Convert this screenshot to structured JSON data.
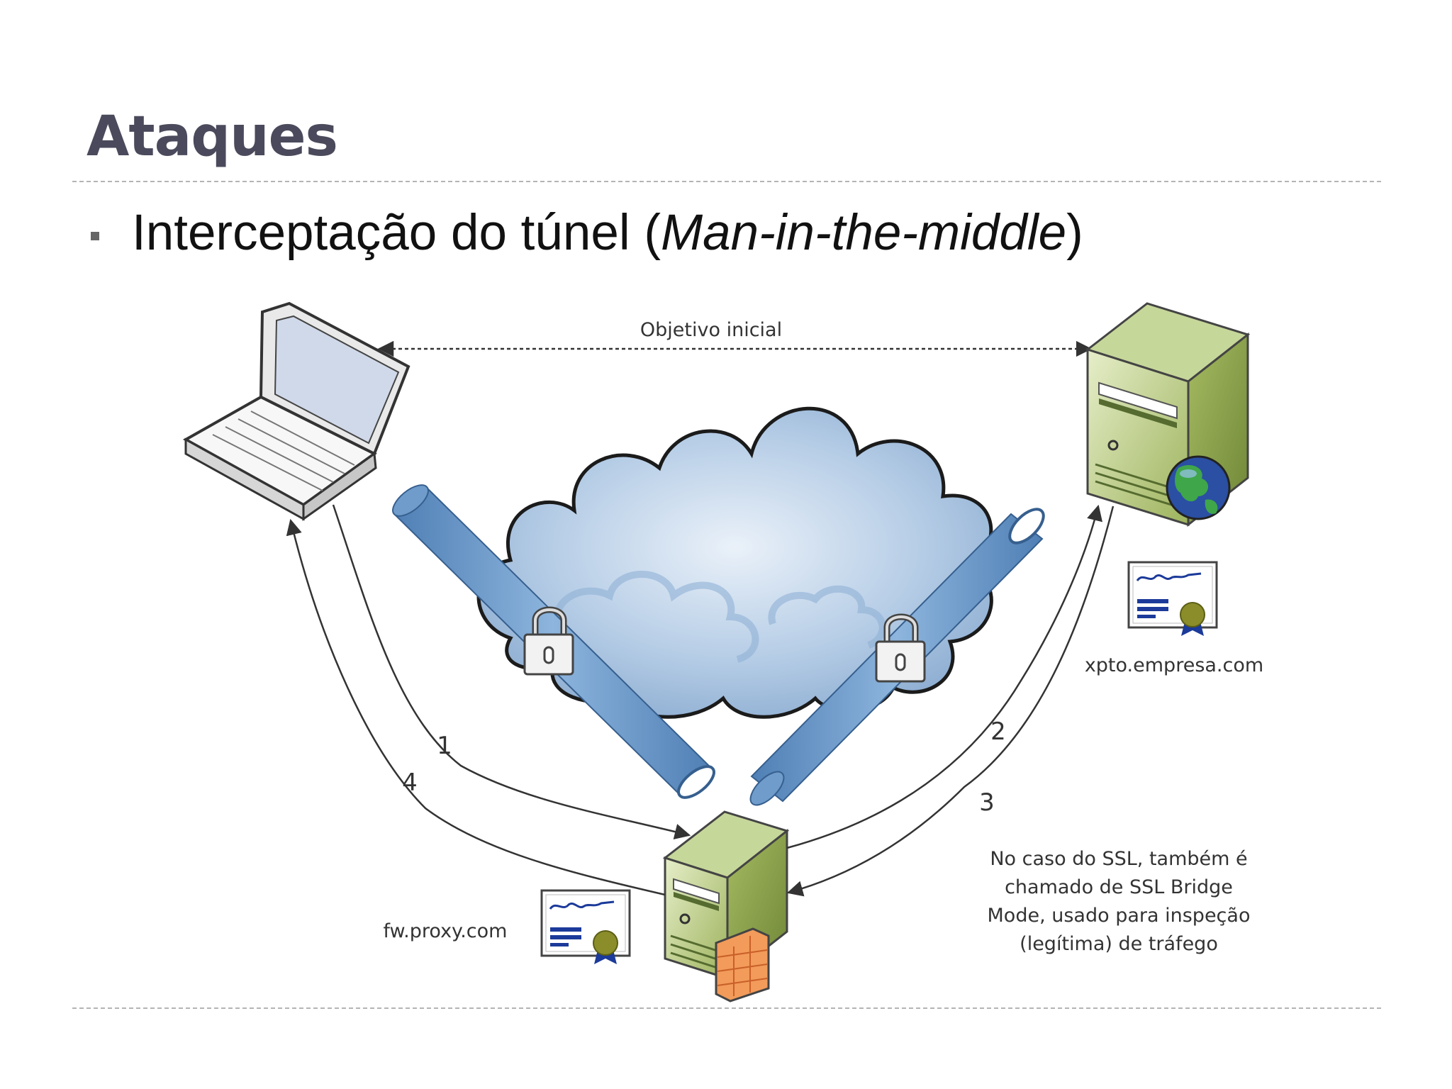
{
  "slide": {
    "title": "Ataques",
    "bullet_main": "Interceptação do túnel (",
    "bullet_italic": "Man-in-the-middle",
    "bullet_close": ")"
  },
  "diagram": {
    "top_arrow_label": "Objetivo inicial",
    "server_label": "xpto.empresa.com",
    "proxy_label": "fw.proxy.com",
    "step_labels": [
      "1",
      "2",
      "3",
      "4"
    ],
    "note_lines": [
      "No caso do SSL, também é",
      "chamado de SSL Bridge",
      "Mode, usado para inspeção",
      "(legítima) de tráfego"
    ],
    "icons": [
      "laptop-icon",
      "web-server-icon",
      "globe-icon",
      "certificate-icon",
      "cloud-icon",
      "tunnel-pipe-icon",
      "padlock-icon",
      "proxy-server-icon",
      "firewall-icon"
    ],
    "colors": {
      "title": "#4a4a5c",
      "server_green": "#9ab257",
      "pipe_blue": "#6f9ccb",
      "cloud_blue": "#a9c4e0"
    }
  }
}
